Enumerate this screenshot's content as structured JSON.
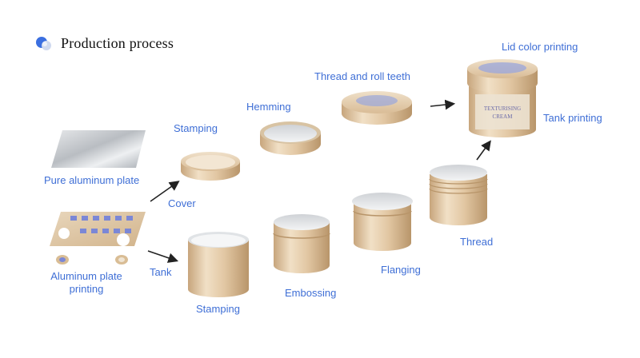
{
  "title": "Production process",
  "colors": {
    "label": "#3f6fd6",
    "accent_blue": "#3b6fe0",
    "gold_light": "#efdcc1",
    "gold_mid": "#d8b992",
    "gold_dark": "#b08d63",
    "silver": "#c9ccd1"
  },
  "icons": {
    "title_bullet": "blue-dot-icon"
  },
  "labels": {
    "pure_aluminum_plate": "Pure aluminum plate",
    "aluminum_plate_printing_line1": "Aluminum plate",
    "aluminum_plate_printing_line2": "printing",
    "cover": "Cover",
    "tank": "Tank",
    "stamping_cover": "Stamping",
    "hemming": "Hemming",
    "thread_and_roll_teeth": "Thread and roll teeth",
    "lid_color_printing": "Lid color printing",
    "tank_printing": "Tank printing",
    "stamping_tank": "Stamping",
    "embossing": "Embossing",
    "flanging": "Flanging",
    "thread": "Thread"
  },
  "product_label": {
    "line1": "TEXTURISING",
    "line2": "CREAM"
  }
}
